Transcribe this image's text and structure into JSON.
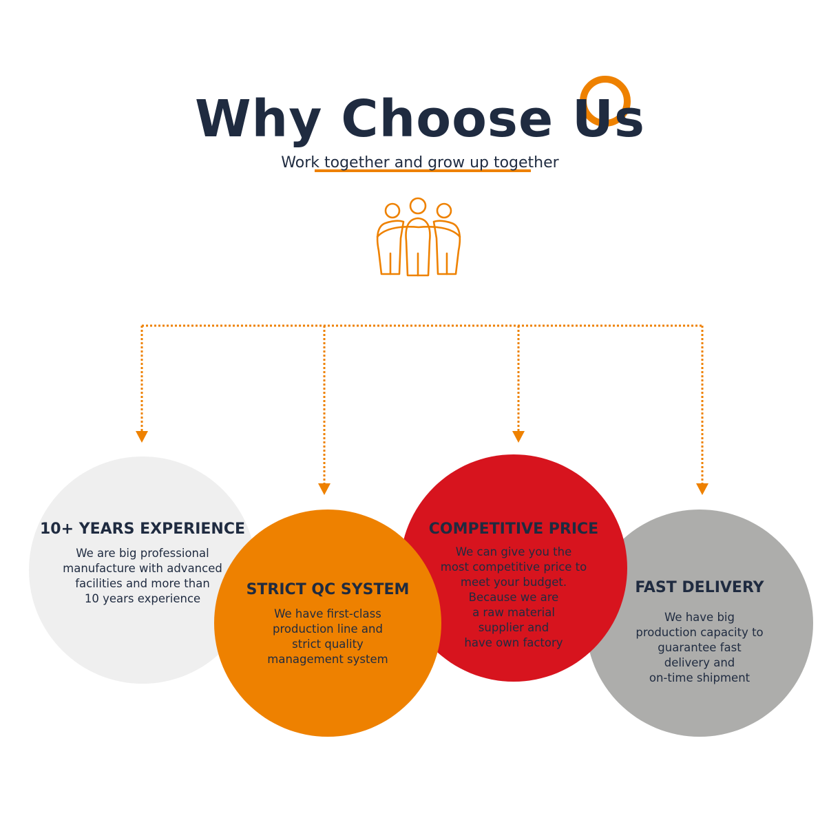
{
  "header": {
    "title": "Why Choose Us",
    "subtitle": "Work together and grow up together"
  },
  "icons": {
    "title_ring": "ring-icon",
    "team": "team-people-icon",
    "arrows": "arrow-down-icon"
  },
  "colors": {
    "accent_orange": "#ee8100",
    "red": "#d7141e",
    "light_gray": "#efefef",
    "mid_gray": "#adadab",
    "text_navy": "#1f2b40"
  },
  "features": [
    {
      "heading": "10+ YEARS EXPERIENCE",
      "lines": [
        "We are big professional",
        "manufacture with advanced",
        "facilities and more than",
        "10 years experience"
      ],
      "color": "#efefef"
    },
    {
      "heading": "STRICT QC SYSTEM",
      "lines": [
        "We have first-class",
        "production line and",
        "strict quality",
        "management system"
      ],
      "color": "#ee8100"
    },
    {
      "heading": "COMPETITIVE PRICE",
      "lines": [
        "We can give you the",
        "most competitive price to",
        "meet your budget.",
        "Because we are",
        "a raw material",
        "supplier and",
        "have own factory"
      ],
      "color": "#d7141e"
    },
    {
      "heading": "FAST DELIVERY",
      "lines": [
        "We have big",
        "production capacity to",
        "guarantee fast",
        "delivery and",
        "on-time shipment"
      ],
      "color": "#adadab"
    }
  ]
}
